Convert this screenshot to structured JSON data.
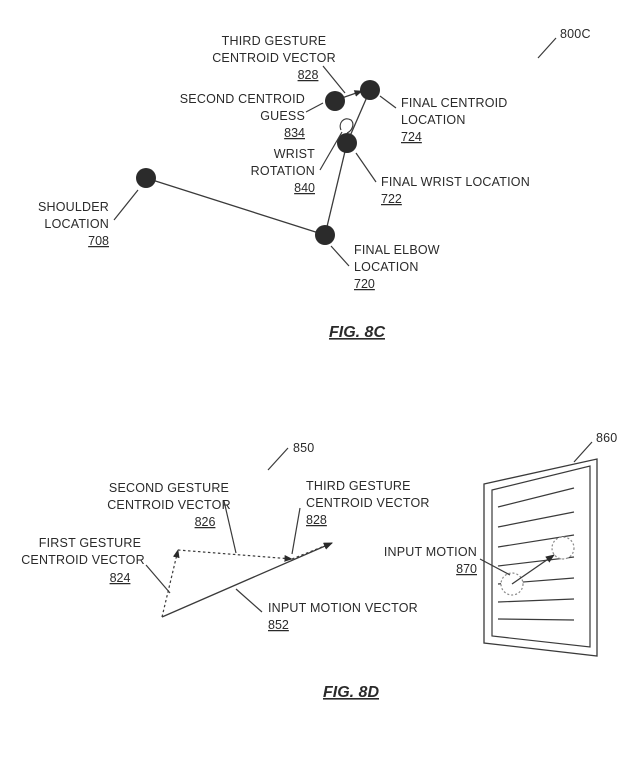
{
  "fig8c": {
    "ref": "800C",
    "title": "FIG. 8C",
    "third_gesture": {
      "line1": "THIRD GESTURE",
      "line2": "CENTROID VECTOR",
      "num": "828"
    },
    "second_centroid": {
      "line1": "SECOND CENTROID",
      "line2": "GUESS",
      "num": "834"
    },
    "final_centroid": {
      "line1": "FINAL CENTROID",
      "line2": "LOCATION",
      "num": "724"
    },
    "wrist_rotation": {
      "line1": "WRIST",
      "line2": "ROTATION",
      "num": "840"
    },
    "final_wrist": {
      "line1": "FINAL WRIST LOCATION",
      "num": "722"
    },
    "shoulder": {
      "line1": "SHOULDER",
      "line2": "LOCATION",
      "num": "708"
    },
    "final_elbow": {
      "line1": "FINAL ELBOW",
      "line2": "LOCATION",
      "num": "720"
    }
  },
  "fig8d": {
    "ref": "850",
    "title": "FIG. 8D",
    "screen_ref": "860",
    "second_gesture": {
      "line1": "SECOND GESTURE",
      "line2": "CENTROID VECTOR",
      "num": "826"
    },
    "third_gesture": {
      "line1": "THIRD GESTURE",
      "line2": "CENTROID VECTOR",
      "num": "828"
    },
    "first_gesture": {
      "line1": "FIRST GESTURE",
      "line2": "CENTROID VECTOR",
      "num": "824"
    },
    "input_motion_vector": {
      "line1": "INPUT MOTION VECTOR",
      "num": "852"
    },
    "input_motion": {
      "line1": "INPUT MOTION",
      "num": "870"
    }
  }
}
